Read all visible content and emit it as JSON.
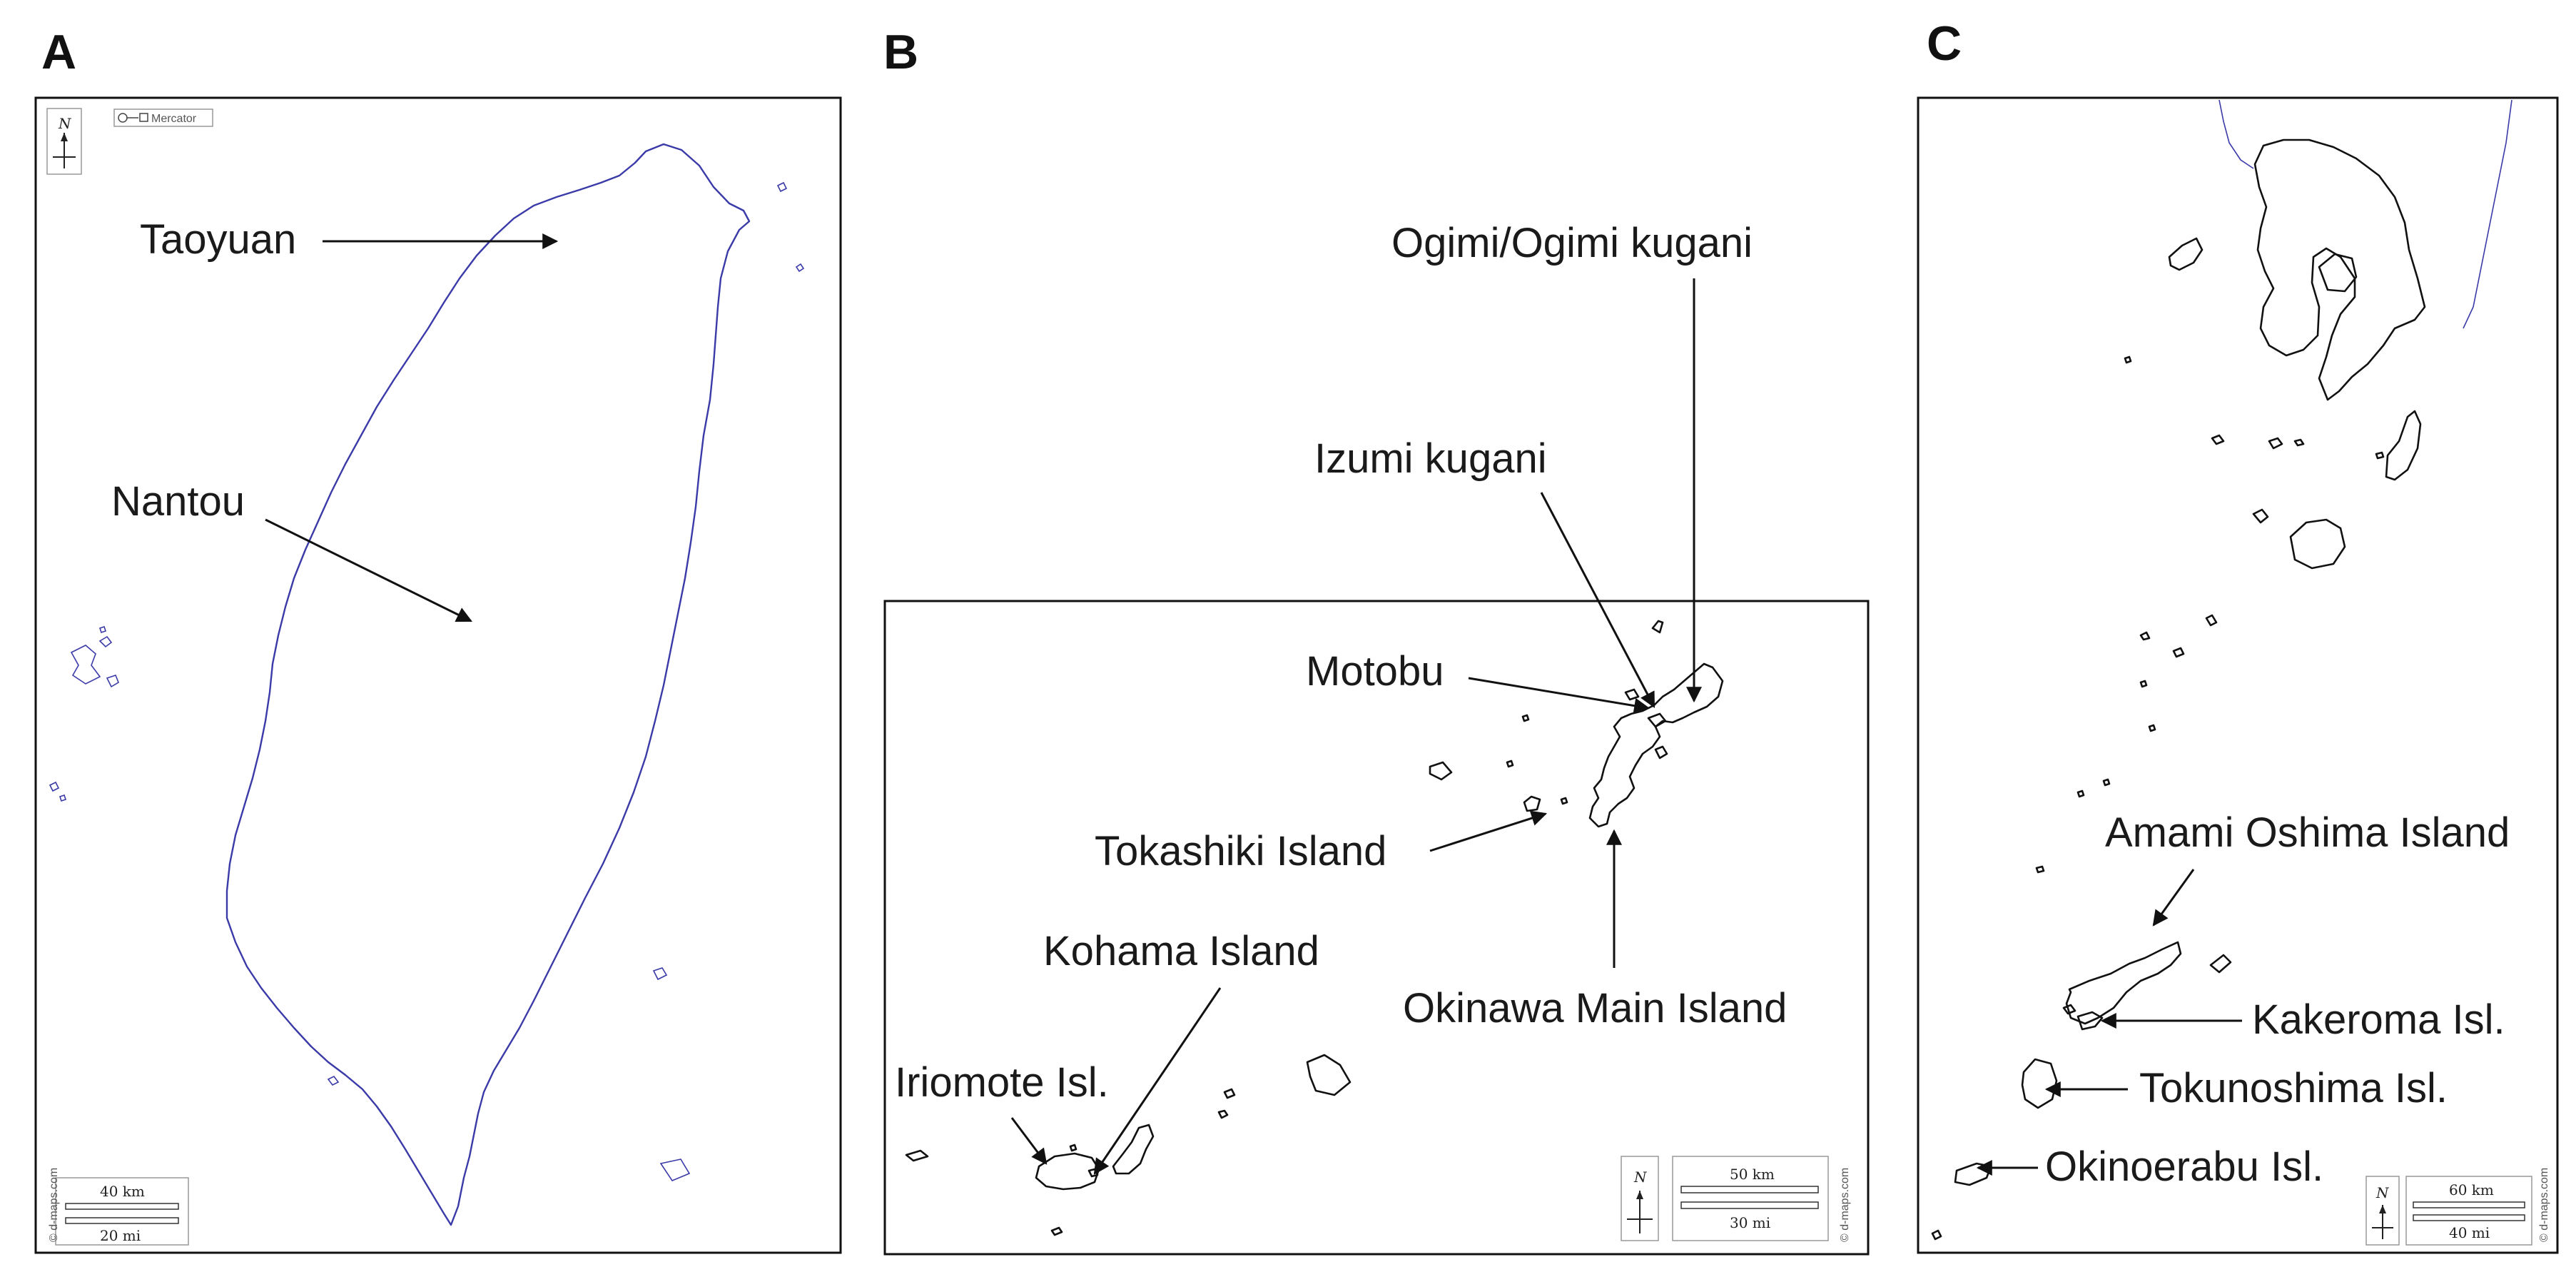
{
  "panels": {
    "a": {
      "letter": "A",
      "projection": "Mercator",
      "north": "N",
      "scale_km": "40 km",
      "scale_mi": "20 mi",
      "credit": "© d-maps.com",
      "labels": {
        "taoyuan": "Taoyuan",
        "nantou": "Nantou"
      }
    },
    "b": {
      "letter": "B",
      "north": "N",
      "scale_km": "50 km",
      "scale_mi": "30 mi",
      "credit": "© d-maps.com",
      "labels": {
        "ogimi": "Ogimi/Ogimi kugani",
        "izumi": "Izumi kugani",
        "motobu": "Motobu",
        "tokashiki": "Tokashiki Island",
        "kohama": "Kohama Island",
        "okinawa": "Okinawa Main Island",
        "iriomote": "Iriomote Isl."
      }
    },
    "c": {
      "letter": "C",
      "north": "N",
      "scale_km": "60 km",
      "scale_mi": "40 mi",
      "credit": "© d-maps.com",
      "labels": {
        "amami": "Amami Oshima Island",
        "kakeroma": "Kakeroma Isl.",
        "tokunoshima": "Tokunoshima Isl.",
        "okinoerabu": "Okinoerabu Isl."
      }
    }
  },
  "colors": {
    "coast_a": "#3a3aa8",
    "coast_bc": "#111111",
    "frame": "#111111"
  }
}
